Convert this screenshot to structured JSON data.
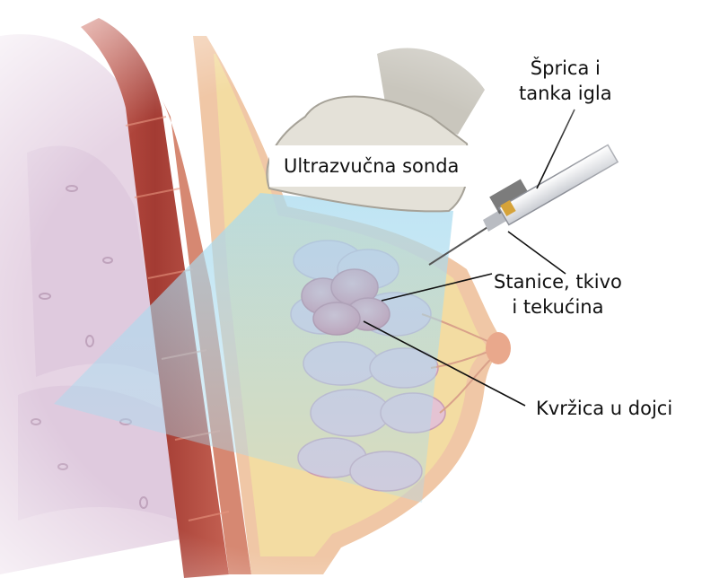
{
  "labels": {
    "probe": "Ultrazvučna sonda",
    "syringe_line1": "Šprica i",
    "syringe_line2": "tanka igla",
    "cells_line1": "Stanice, tkivo",
    "cells_line2": "i tekućina",
    "lump": "Kvržica u dojci"
  },
  "colors": {
    "chest_wall": "#e6d4e4",
    "muscle": "#b8483e",
    "fat": "#f3dca2",
    "skin": "#f0c7a6",
    "lobule": "#e4c3d3",
    "lump": "#e0788a",
    "ultrasound_beam": "#a9dbef",
    "probe": "#e4e1d8"
  }
}
